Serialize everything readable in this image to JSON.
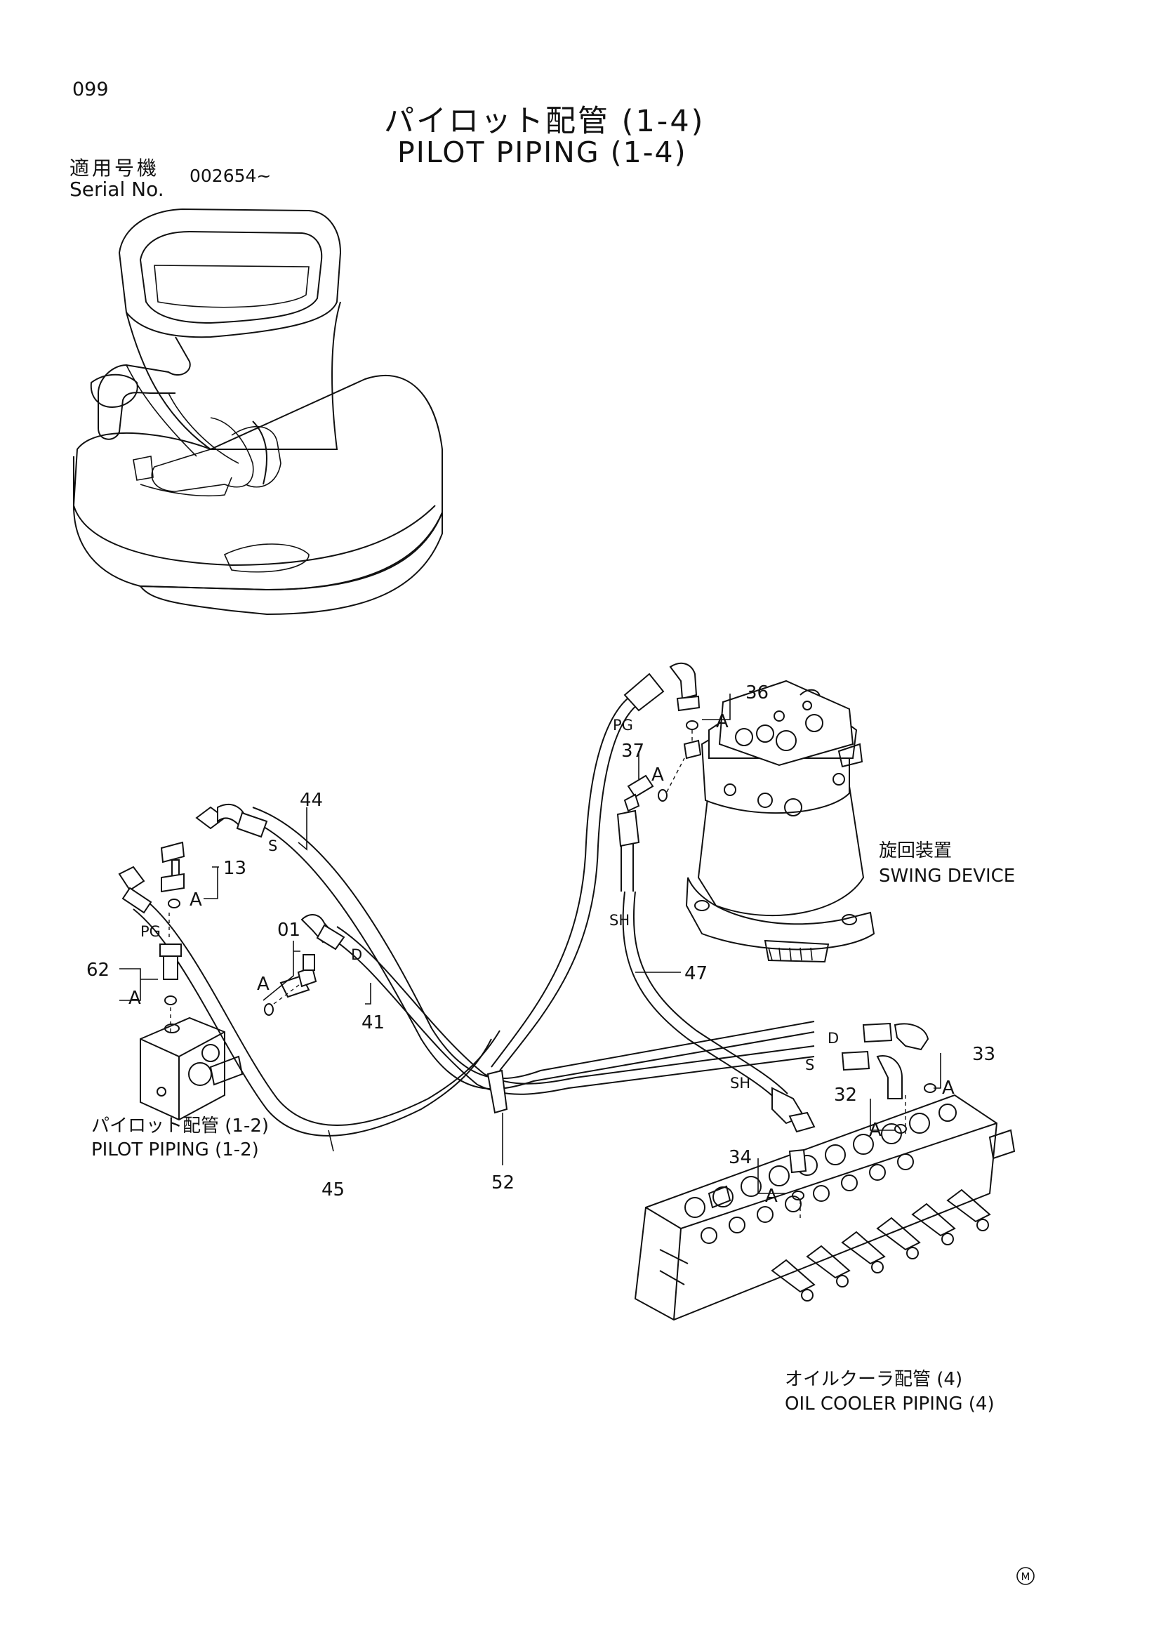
{
  "page": {
    "number": "099",
    "title_jp": "パイロット配管 (1-4)",
    "title_en": "PILOT PIPING (1-4)",
    "serial_label_jp": "適用号機",
    "serial_label_en": "Serial No.",
    "serial_value": "002654~"
  },
  "callouts": {
    "p01": "01",
    "p13": "13",
    "p32": "32",
    "p33": "33",
    "p34": "34",
    "p36": "36",
    "p37": "37",
    "p41": "41",
    "p44": "44",
    "p45": "45",
    "p47": "47",
    "p52": "52",
    "p62": "62"
  },
  "markers": {
    "a": "A",
    "pg": "PG",
    "s": "S",
    "d": "D",
    "sh": "SH"
  },
  "references": {
    "swing_jp": "旋回装置",
    "swing_en": "SWING DEVICE",
    "pilot12_jp": "パイロット配管 (1-2)",
    "pilot12_en": "PILOT PIPING (1-2)",
    "oilcooler_jp": "オイルクーラ配管 (4)",
    "oilcooler_en": "OIL COOLER PIPING (4)"
  },
  "corner_mark": "M"
}
